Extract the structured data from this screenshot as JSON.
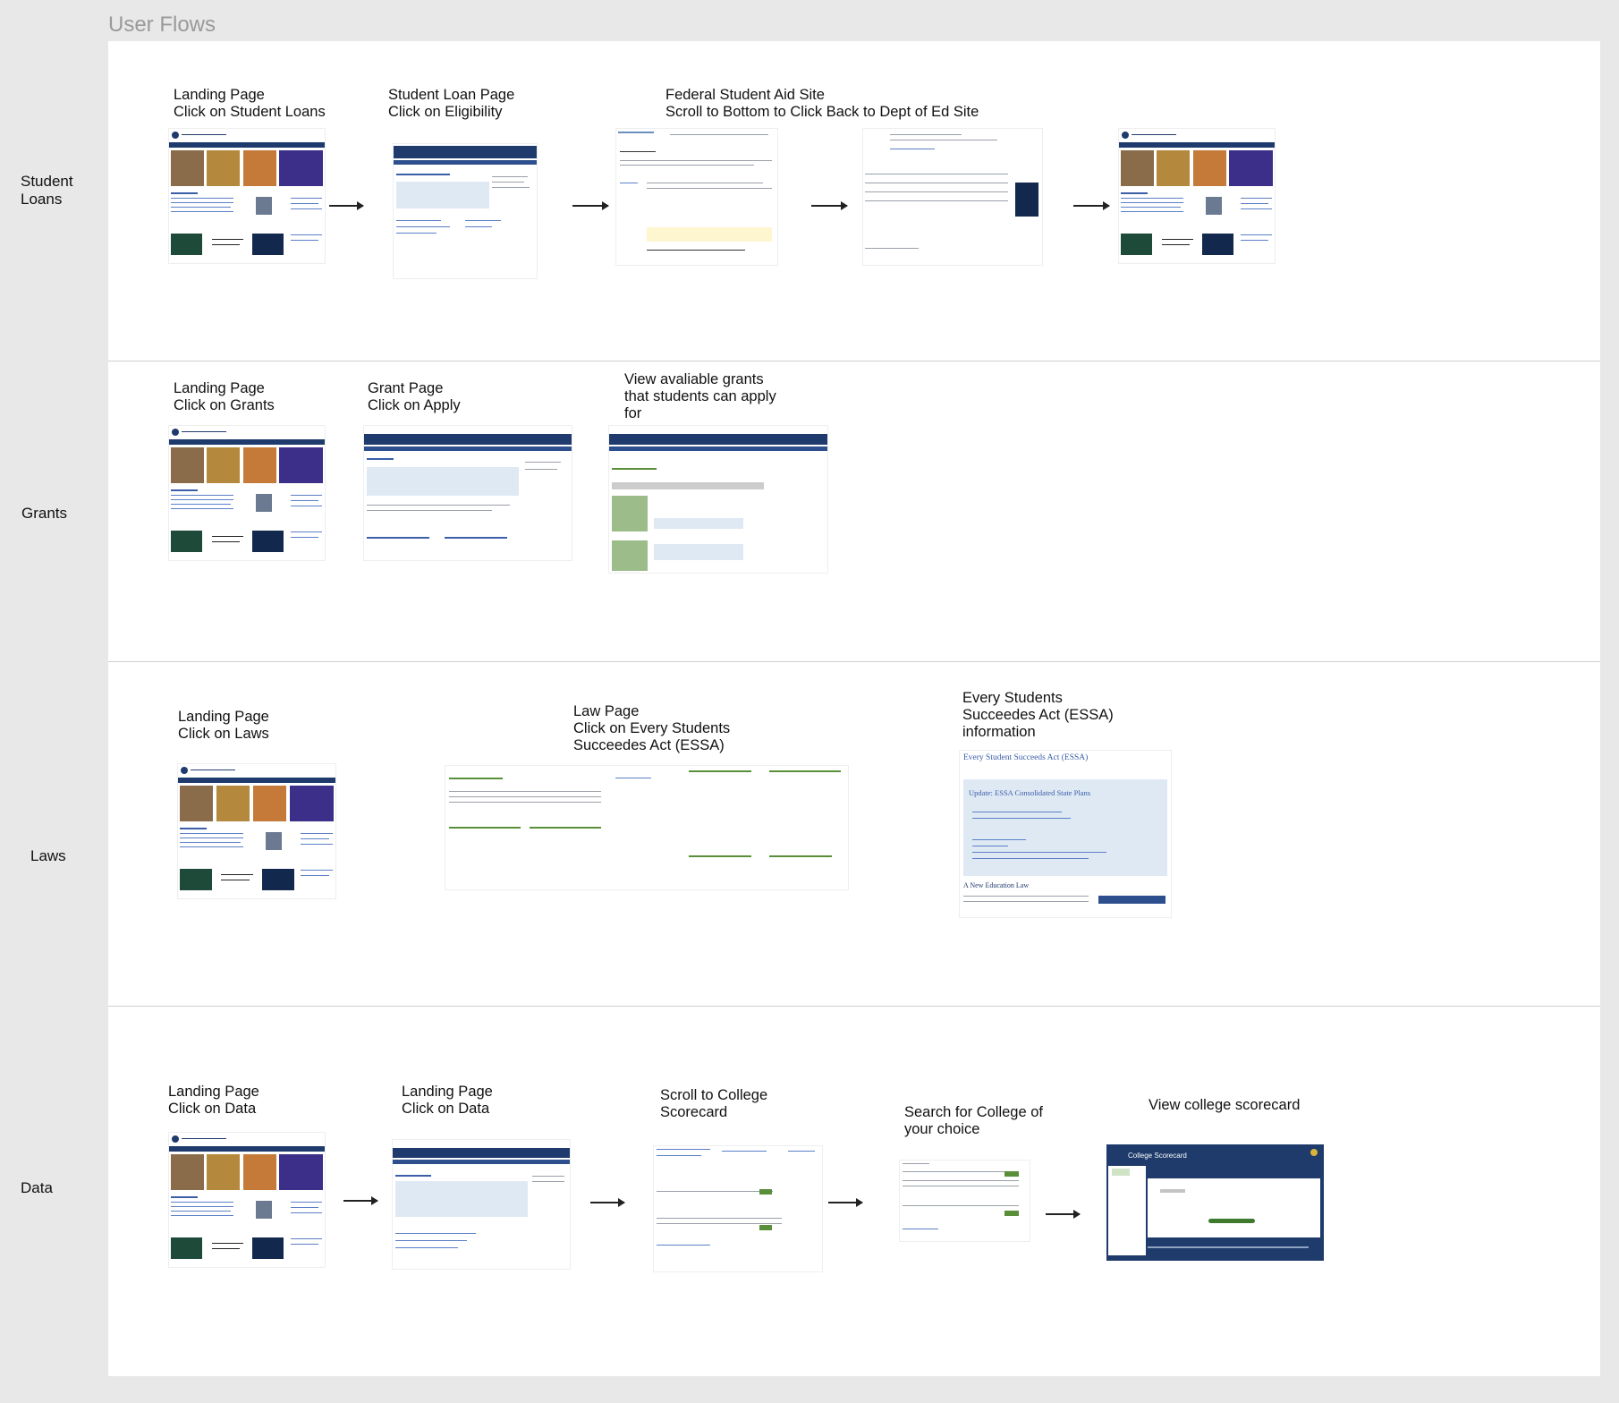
{
  "board_title": "User Flows",
  "rows": [
    {
      "label": "Student\nLoans",
      "steps": [
        {
          "label": "Landing Page\nClick on Student Loans",
          "thumbnail": "landing-page"
        },
        {
          "label": "Student Loan Page\nClick on Eligibility",
          "thumbnail": "student-loan-page"
        },
        {
          "label": "Federal Student Aid Site\nScroll to Bottom to Click Back to Dept of Ed Site",
          "thumbnail": "federal-student-aid-eligibility"
        },
        {
          "label": "",
          "thumbnail": "federal-student-aid-footer"
        },
        {
          "label": "",
          "thumbnail": "landing-page"
        }
      ]
    },
    {
      "label": "Grants",
      "steps": [
        {
          "label": "Landing Page\nClick on Grants",
          "thumbnail": "landing-page"
        },
        {
          "label": "Grant Page\nClick on Apply",
          "thumbnail": "grant-page"
        },
        {
          "label": "View avaliable grants\nthat students can apply\nfor",
          "thumbnail": "apply-for-grant"
        }
      ]
    },
    {
      "label": "Laws",
      "steps": [
        {
          "label": "Landing Page\nClick on Laws",
          "thumbnail": "landing-page"
        },
        {
          "label": "Law Page\nClick on Every Students\nSucceedes Act (ESSA)",
          "thumbnail": "laws-guidance"
        },
        {
          "label": "Every Students\nSucceedes Act (ESSA)\ninformation",
          "thumbnail": "essa-page"
        }
      ]
    },
    {
      "label": "Data",
      "steps": [
        {
          "label": "Landing Page\nClick on Data",
          "thumbnail": "landing-page"
        },
        {
          "label": "Landing Page\nClick on Data",
          "thumbnail": "data-statistics"
        },
        {
          "label": "Scroll to College\nScorecard",
          "thumbnail": "data-scroll"
        },
        {
          "label": "Search for College of\nyour choice",
          "thumbnail": "college-search"
        },
        {
          "label": "View college scorecard",
          "thumbnail": "college-scorecard"
        }
      ]
    }
  ],
  "thumbnail_text": {
    "essa_title": "Every Student Succeeds Act (ESSA)",
    "essa_update": "Update: ESSA Consolidated State Plans",
    "essa_new_law": "A New Education Law",
    "laws_title": "Laws & Guidance",
    "scorecard_title": "College Scorecard",
    "colors": {
      "navy": "#1f3b6e",
      "link_blue": "#3a5ea8",
      "green": "#5a8f3a",
      "light_blue": "#dfe9f4"
    }
  }
}
